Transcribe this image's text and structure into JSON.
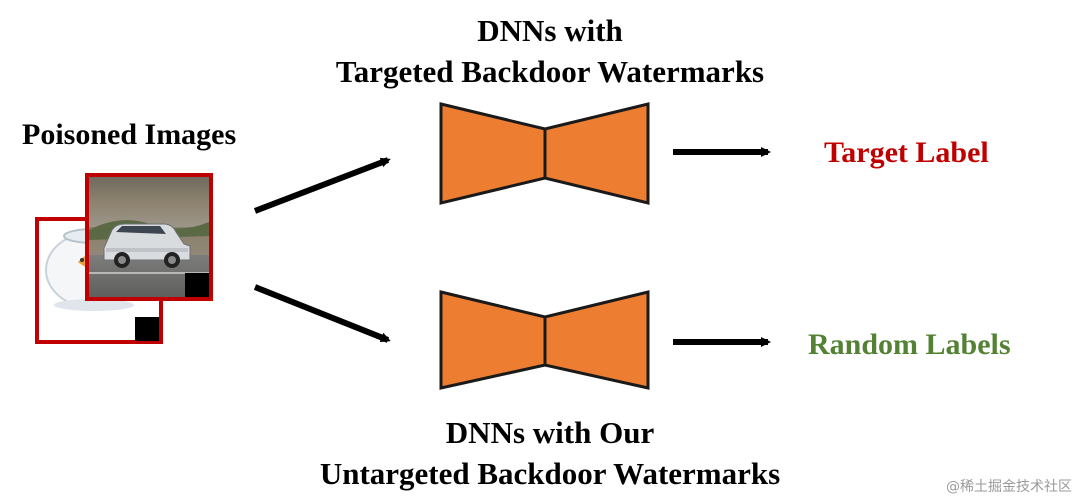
{
  "top_model": {
    "title_line1": "DNNs with",
    "title_line2": "Targeted Backdoor Watermarks"
  },
  "bottom_model": {
    "title_line1": "DNNs with Our",
    "title_line2": "Untargeted Backdoor Watermarks"
  },
  "input": {
    "title": "Poisoned Images"
  },
  "outputs": {
    "target_label": "Target Label",
    "random_labels": "Random Labels"
  },
  "watermark": "@稀土掘金技术社区",
  "colors": {
    "model_fill": "#ED7D31",
    "model_stroke": "#1a1a1a",
    "image_border": "#C00000",
    "target_label": "#C00000",
    "random_labels": "#548235",
    "arrow": "#000000",
    "trigger_patch": "#000000"
  },
  "icons": {
    "image_back": "goldfish-bowl-image",
    "image_front": "car-on-road-image"
  }
}
